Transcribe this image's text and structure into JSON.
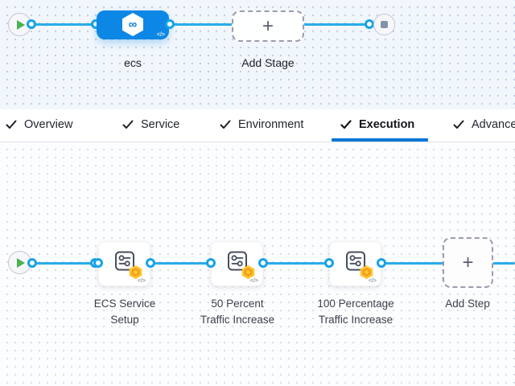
{
  "header_pipeline": {
    "stage": {
      "name": "ecs",
      "code_badge": "</>",
      "icon_glyph": "∞"
    },
    "add_stage": {
      "plus": "+",
      "label": "Add Stage"
    }
  },
  "tabs": [
    {
      "label": "Overview",
      "checked": true,
      "active": false
    },
    {
      "label": "Service",
      "checked": true,
      "active": false
    },
    {
      "label": "Environment",
      "checked": true,
      "active": false
    },
    {
      "label": "Execution",
      "checked": true,
      "active": true
    },
    {
      "label": "Advanced",
      "checked": true,
      "active": false
    }
  ],
  "execution": {
    "steps": [
      {
        "line1": "ECS Service",
        "line2": "Setup",
        "code_badge": "</>"
      },
      {
        "line1": "50 Percent",
        "line2": "Traffic Increase",
        "code_badge": "</>"
      },
      {
        "line1": "100 Percentage",
        "line2": "Traffic Increase",
        "code_badge": "</>"
      }
    ],
    "add_step": {
      "plus": "+",
      "label": "Add Step"
    }
  },
  "colors": {
    "accent_blue": "#0278d5",
    "stage_node_blue": "#0c87e6",
    "connector_blue": "#29ace9",
    "play_green": "#4db052",
    "stop_slate": "#8493a9",
    "badge_gold": "#fec62e",
    "badge_orange": "#ef9d1f"
  }
}
